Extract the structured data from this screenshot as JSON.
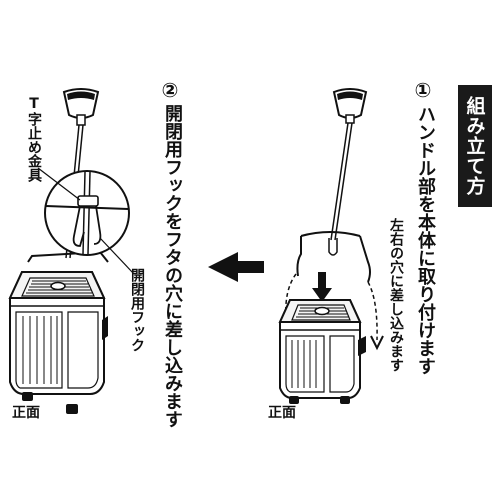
{
  "title": "組み立て方",
  "step1": {
    "number": "①",
    "heading": "ハンドル部を本体に取り付けます",
    "sub": "左右の穴に差し込みます",
    "front_label": "正面"
  },
  "step2": {
    "number": "②",
    "heading": "開閉用フックをフタの穴に差し込みます",
    "label_tstop": "T字止め金具",
    "label_hook": "開閉用フック",
    "front_label": "正面"
  }
}
